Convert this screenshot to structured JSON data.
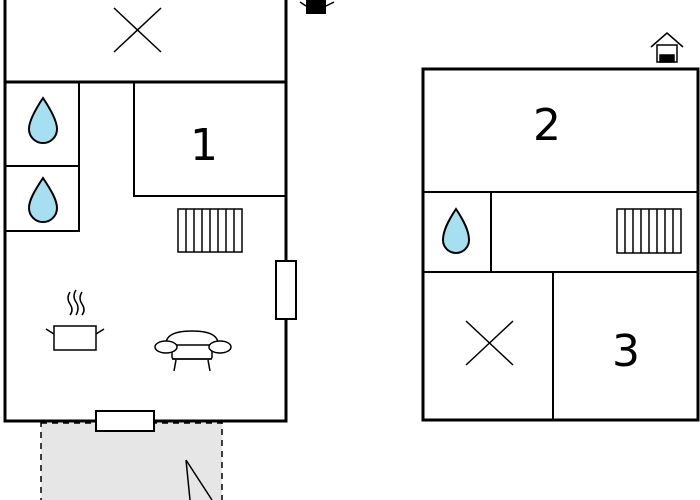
{
  "floorplan": {
    "left_building": {
      "room_1": {
        "number": "1"
      },
      "fixtures": {
        "shower_top": "water-drop-icon",
        "shower_bottom": "water-drop-icon",
        "stairs": "stairs-icon",
        "stove": "cooking-pot-icon",
        "sofa": "sofa-icon",
        "window": "window-icon",
        "door": "door-icon",
        "cross": "cross-icon",
        "car": "car-icon"
      }
    },
    "right_building": {
      "room_2": {
        "number": "2"
      },
      "room_3": {
        "number": "3"
      },
      "fixtures": {
        "shower": "water-drop-icon",
        "stairs": "stairs-icon",
        "cross": "cross-icon",
        "house": "house-icon"
      }
    },
    "colors": {
      "wall": "#000000",
      "water": "#a5dff0",
      "terrace": "#e6e6e6"
    }
  }
}
